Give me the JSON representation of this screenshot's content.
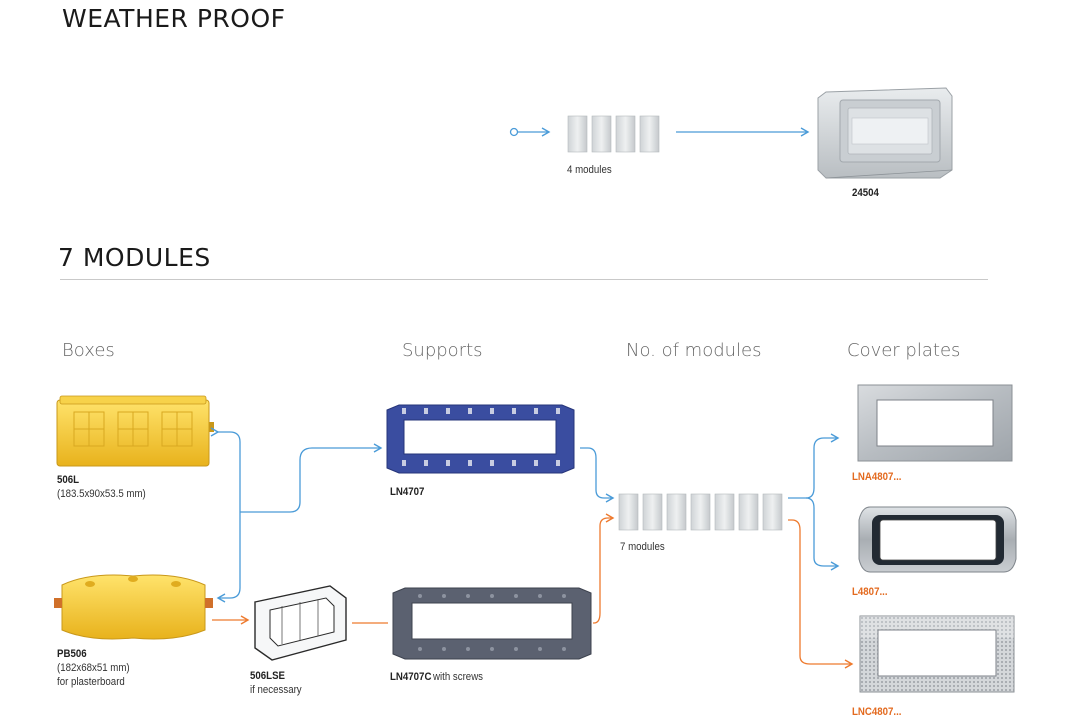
{
  "sections": {
    "weather_proof": {
      "title": "WEATHER PROOF",
      "modules_label": "4 modules",
      "enclosure_code": "24504"
    },
    "seven_modules": {
      "title": "7 MODULES",
      "columns": {
        "boxes": "Boxes",
        "supports": "Supports",
        "modules": "No. of modules",
        "cover_plates": "Cover plates"
      },
      "boxes": [
        {
          "code": "506L",
          "dims": "(183.5x90x53.5 mm)",
          "note": ""
        },
        {
          "code": "PB506",
          "dims": "(182x68x51 mm)",
          "note": "for plasterboard"
        }
      ],
      "adapter": {
        "code": "506LSE",
        "note": "if necessary"
      },
      "supports": [
        {
          "code": "LN4707",
          "suffix": ""
        },
        {
          "code": "LN4707C",
          "suffix": " with screws"
        }
      ],
      "modules_label": "7 modules",
      "cover_plates": [
        {
          "code": "LNA4807..."
        },
        {
          "code": "L4807..."
        },
        {
          "code": "LNC4807..."
        }
      ]
    }
  },
  "colors": {
    "blue_arrow": "#4a9bd8",
    "orange_arrow": "#ee7a2e",
    "orange_text": "#e36a1f",
    "box_yellow": "#f2c230",
    "support_blue": "#3a4da0",
    "support_grey": "#5b6170"
  }
}
